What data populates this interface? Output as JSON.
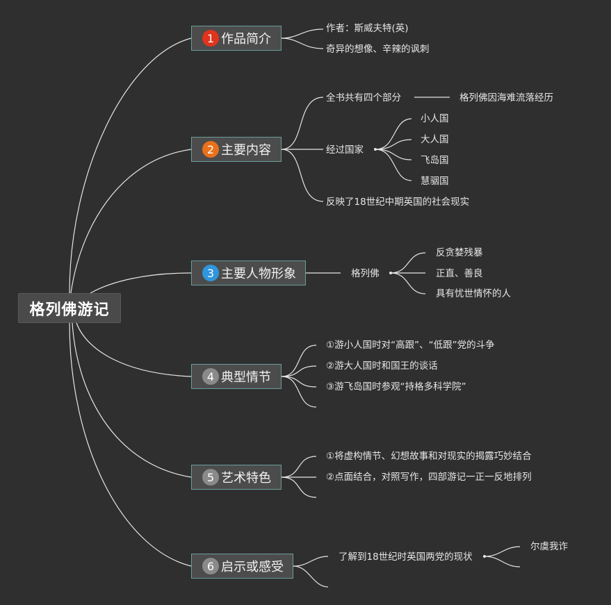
{
  "root": {
    "title": "格列佛游记"
  },
  "colors": {
    "background": "#2f2f2f",
    "badge_red": "#e0341c",
    "badge_orange": "#e8711c",
    "badge_blue": "#2f96dc",
    "badge_gray": "#8a8a8a"
  },
  "branches": [
    {
      "number": "1",
      "label": "作品简介",
      "badge_color": "#e0341c",
      "children": [
        "作者：斯威夫特(英)",
        "奇异的想像、辛辣的讽刺"
      ]
    },
    {
      "number": "2",
      "label": "主要内容",
      "badge_color": "#e8711c",
      "children": [
        {
          "label": "全书共有四个部分",
          "detail": "格列佛因海难流落经历"
        },
        {
          "label": "经过国家",
          "sub": [
            "小人国",
            "大人国",
            "飞岛国",
            "慧骃国"
          ]
        },
        {
          "label": "反映了18世纪中期英国的社会现实"
        }
      ]
    },
    {
      "number": "3",
      "label": "主要人物形象",
      "badge_color": "#2f96dc",
      "child": "格列佛",
      "traits": [
        "反贪婪残暴",
        "正直、善良",
        "具有忧世情怀的人"
      ]
    },
    {
      "number": "4",
      "label": "典型情节",
      "badge_color": "#8a8a8a",
      "children": [
        "①游小人国时对“高跟”、“低跟”党的斗争",
        "②游大人国时和国王的谈话",
        "③游飞岛国时参观“持格多科学院”",
        ""
      ]
    },
    {
      "number": "5",
      "label": "艺术特色",
      "badge_color": "#8a8a8a",
      "children": [
        "①将虚构情节、幻想故事和对现实的揭露巧妙结合",
        "②点面结合，对照写作，四部游记一正一反地排列",
        ""
      ]
    },
    {
      "number": "6",
      "label": "启示或感受",
      "badge_color": "#8a8a8a",
      "children": [
        {
          "label": "了解到18世纪时英国两党的现状",
          "sub": [
            "尔虞我诈",
            ""
          ]
        },
        {
          "label": ""
        }
      ]
    }
  ]
}
